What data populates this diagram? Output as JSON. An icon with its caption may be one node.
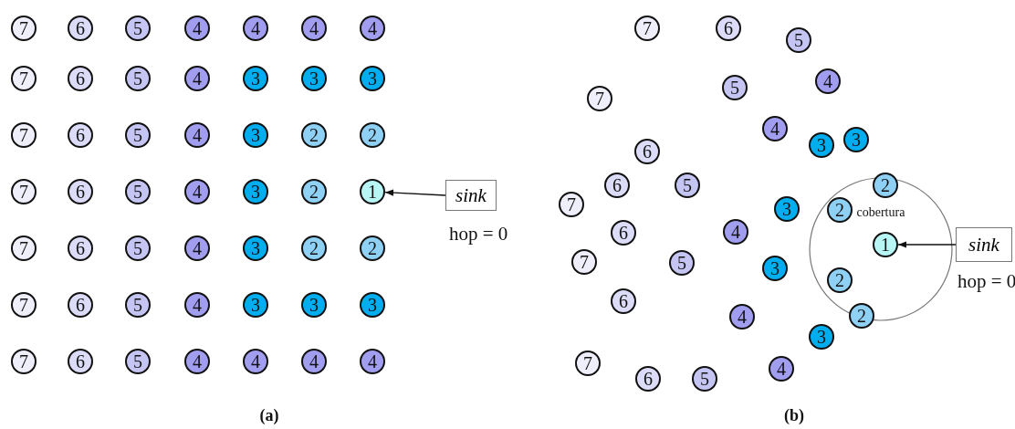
{
  "diagram": {
    "nodes": [
      {
        "text": [
          "7"
        ]
      },
      {
        "text": [
          "6"
        ]
      },
      {
        "text": [
          "5"
        ]
      },
      {
        "text": [
          "4"
        ]
      },
      {
        "text": [
          "4"
        ]
      },
      {
        "text": [
          "4"
        ]
      },
      {
        "text": [
          "4"
        ]
      },
      {
        "text": [
          "7"
        ]
      },
      {
        "text": [
          "6"
        ]
      },
      {
        "text": [
          "5"
        ]
      },
      {
        "text": [
          "4"
        ]
      },
      {
        "text": [
          "3"
        ]
      },
      {
        "text": [
          "3"
        ]
      },
      {
        "text": [
          "3"
        ]
      },
      {
        "text": [
          "7"
        ]
      },
      {
        "text": [
          "6"
        ]
      },
      {
        "text": [
          "5"
        ]
      },
      {
        "text": [
          "4"
        ]
      },
      {
        "text": [
          "3"
        ]
      },
      {
        "text": [
          "2"
        ]
      },
      {
        "text": [
          "2"
        ]
      },
      {
        "text": [
          "7"
        ]
      },
      {
        "text": [
          "6"
        ]
      },
      {
        "text": [
          "5"
        ]
      },
      {
        "text": [
          "4"
        ]
      },
      {
        "text": [
          "3"
        ]
      },
      {
        "text": [
          "2"
        ]
      },
      {
        "text": [
          "1"
        ]
      },
      {
        "text": [
          "7"
        ]
      },
      {
        "text": [
          "6"
        ]
      },
      {
        "text": [
          "5"
        ]
      },
      {
        "text": [
          "4"
        ]
      },
      {
        "text": [
          "3"
        ]
      },
      {
        "text": [
          "2"
        ]
      },
      {
        "text": [
          "2"
        ]
      },
      {
        "text": [
          "7"
        ]
      },
      {
        "text": [
          "6"
        ]
      },
      {
        "text": [
          "5"
        ]
      },
      {
        "text": [
          "4"
        ]
      },
      {
        "text": [
          "3"
        ]
      },
      {
        "text": [
          "3"
        ]
      },
      {
        "text": [
          "3"
        ]
      },
      {
        "text": [
          "7"
        ]
      },
      {
        "text": [
          "6"
        ]
      },
      {
        "text": [
          "5"
        ]
      },
      {
        "text": [
          "4"
        ]
      },
      {
        "text": [
          "4"
        ]
      },
      {
        "text": [
          "4"
        ]
      },
      {
        "text": [
          "4"
        ]
      },
      {
        "text": [
          "sink"
        ],
        "beside": [
          "hop = 0"
        ]
      },
      {
        "text": [
          "7"
        ]
      },
      {
        "text": [
          "6"
        ]
      },
      {
        "text": [
          "5"
        ]
      },
      {
        "text": [
          "4"
        ]
      },
      {
        "text": [
          "5"
        ]
      },
      {
        "text": [
          "7"
        ]
      },
      {
        "text": [
          "4"
        ]
      },
      {
        "text": [
          "3"
        ]
      },
      {
        "text": [
          "3"
        ]
      },
      {
        "text": [
          "6"
        ]
      },
      {
        "text": [
          "6"
        ]
      },
      {
        "text": [
          "5"
        ]
      },
      {
        "text": [
          "2"
        ]
      },
      {
        "text": [
          "7"
        ]
      },
      {
        "text": [
          "3"
        ]
      },
      {
        "text": [
          "2"
        ]
      },
      {
        "text": [
          "4"
        ]
      },
      {
        "text": [
          "6"
        ]
      },
      {
        "text": [
          "1"
        ]
      },
      {
        "text": [
          "sink"
        ],
        "beside": [
          "hop = 0"
        ]
      },
      {
        "text": [
          "7"
        ]
      },
      {
        "text": [
          "5"
        ]
      },
      {
        "text": [
          "3"
        ]
      },
      {
        "text": [
          "2"
        ]
      },
      {
        "text": [
          "6"
        ]
      },
      {
        "text": [
          "2"
        ]
      },
      {
        "text": [
          "4"
        ]
      },
      {
        "text": [
          "3"
        ]
      },
      {
        "text": [
          "7"
        ]
      },
      {
        "text": [
          "4"
        ]
      },
      {
        "text": [
          "6"
        ]
      },
      {
        "text": [
          "5"
        ]
      }
    ],
    "edges": [
      {
        "from": 49,
        "to": 27,
        "arrow": "to"
      },
      {
        "from": 69,
        "to": 68,
        "arrow": "to"
      }
    ],
    "labels": [
      "cobertura",
      "(a)",
      "(b)"
    ]
  }
}
